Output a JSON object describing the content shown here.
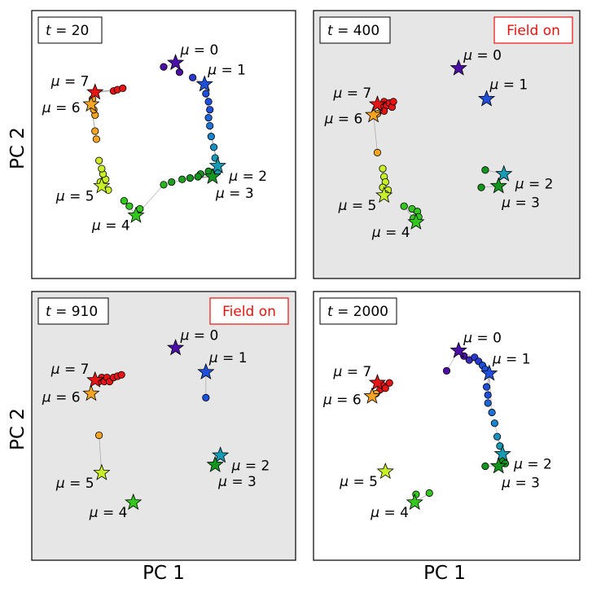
{
  "figure": {
    "ylabel": "PC 2",
    "xlabel": "PC 1"
  },
  "chart_data": [
    {
      "type": "scatter",
      "time_label": "t = 20",
      "t_var": "t",
      "t_value": "20",
      "field_label": "",
      "field_on": false,
      "background": "#ffffff",
      "xlabel": "",
      "ylabel": "PC 2",
      "xlim": [
        0,
        100
      ],
      "ylim": [
        0,
        100
      ],
      "grid": false,
      "stars": [
        {
          "mu": "0",
          "x": 54.5,
          "y": 80.5,
          "color": "#4b0fa6"
        },
        {
          "mu": "1",
          "x": 65.5,
          "y": 72.5,
          "color": "#1e50dc"
        },
        {
          "mu": "2",
          "x": 70.5,
          "y": 42.0,
          "color": "#159cb4"
        },
        {
          "mu": "3",
          "x": 68.5,
          "y": 38.0,
          "color": "#12961e"
        },
        {
          "mu": "4",
          "x": 39.5,
          "y": 23.5,
          "color": "#32c81e"
        },
        {
          "mu": "5",
          "x": 26.5,
          "y": 34.5,
          "color": "#c8f028"
        },
        {
          "mu": "6",
          "x": 22.5,
          "y": 65.0,
          "color": "#f5a523"
        },
        {
          "mu": "7",
          "x": 24.0,
          "y": 69.5,
          "color": "#e61414"
        }
      ],
      "dots": [
        {
          "x": 50.0,
          "y": 79.0,
          "color": "#4b0fa6"
        },
        {
          "x": 56.0,
          "y": 77.0,
          "color": "#4b0fa6"
        },
        {
          "x": 61.0,
          "y": 75.0,
          "color": "#2a3ad0"
        },
        {
          "x": 66.0,
          "y": 69.0,
          "color": "#1e50dc"
        },
        {
          "x": 67.0,
          "y": 66.0,
          "color": "#1e50dc"
        },
        {
          "x": 67.5,
          "y": 63.0,
          "color": "#1e50dc"
        },
        {
          "x": 67.0,
          "y": 60.0,
          "color": "#1e66d6"
        },
        {
          "x": 67.5,
          "y": 57.0,
          "color": "#1e72d6"
        },
        {
          "x": 68.0,
          "y": 53.0,
          "color": "#1a84cc"
        },
        {
          "x": 69.0,
          "y": 49.0,
          "color": "#1a90c0"
        },
        {
          "x": 69.5,
          "y": 45.0,
          "color": "#159cb4"
        },
        {
          "x": 70.5,
          "y": 40.0,
          "color": "#159cb4"
        },
        {
          "x": 67.0,
          "y": 40.0,
          "color": "#12961e"
        },
        {
          "x": 64.0,
          "y": 39.0,
          "color": "#12961e"
        },
        {
          "x": 63.0,
          "y": 38.0,
          "color": "#12961e"
        },
        {
          "x": 60.0,
          "y": 37.5,
          "color": "#12961e"
        },
        {
          "x": 57.0,
          "y": 37.0,
          "color": "#1ea01e"
        },
        {
          "x": 53.0,
          "y": 36.0,
          "color": "#1ea01e"
        },
        {
          "x": 50.0,
          "y": 35.0,
          "color": "#28b41e"
        },
        {
          "x": 41.0,
          "y": 26.0,
          "color": "#32c81e"
        },
        {
          "x": 37.0,
          "y": 27.0,
          "color": "#32c81e"
        },
        {
          "x": 35.0,
          "y": 29.0,
          "color": "#32c81e"
        },
        {
          "x": 29.0,
          "y": 33.0,
          "color": "#c8f028"
        },
        {
          "x": 26.0,
          "y": 36.0,
          "color": "#c8f028"
        },
        {
          "x": 28.0,
          "y": 37.0,
          "color": "#c8f028"
        },
        {
          "x": 27.0,
          "y": 39.0,
          "color": "#c8f028"
        },
        {
          "x": 26.5,
          "y": 41.0,
          "color": "#c8f028"
        },
        {
          "x": 25.5,
          "y": 44.0,
          "color": "#d4e628"
        },
        {
          "x": 24.5,
          "y": 52.0,
          "color": "#f5a523"
        },
        {
          "x": 24.0,
          "y": 55.0,
          "color": "#f5a523"
        },
        {
          "x": 24.0,
          "y": 61.0,
          "color": "#f5a523"
        },
        {
          "x": 23.5,
          "y": 63.0,
          "color": "#f5a523"
        },
        {
          "x": 23.0,
          "y": 67.0,
          "color": "#f5a523"
        },
        {
          "x": 31.0,
          "y": 70.0,
          "color": "#e61414"
        },
        {
          "x": 32.5,
          "y": 70.5,
          "color": "#e61414"
        },
        {
          "x": 34.5,
          "y": 71.0,
          "color": "#e61414"
        }
      ]
    },
    {
      "type": "scatter",
      "time_label": "t = 400",
      "t_var": "t",
      "t_value": "400",
      "field_label": "Field on",
      "field_on": true,
      "background": "#e6e6e6",
      "xlabel": "",
      "ylabel": "",
      "xlim": [
        0,
        100
      ],
      "ylim": [
        0,
        100
      ],
      "grid": false,
      "stars": [
        {
          "mu": "0",
          "x": 54.5,
          "y": 78.5,
          "color": "#4b0fa6"
        },
        {
          "mu": "1",
          "x": 65.0,
          "y": 67.0,
          "color": "#1e50dc"
        },
        {
          "mu": "2",
          "x": 71.5,
          "y": 39.0,
          "color": "#159cb4"
        },
        {
          "mu": "3",
          "x": 69.5,
          "y": 34.5,
          "color": "#12961e"
        },
        {
          "mu": "4",
          "x": 38.5,
          "y": 21.0,
          "color": "#32c81e"
        },
        {
          "mu": "5",
          "x": 26.5,
          "y": 31.0,
          "color": "#c8f028"
        },
        {
          "mu": "6",
          "x": 22.5,
          "y": 61.0,
          "color": "#f5a523"
        },
        {
          "mu": "7",
          "x": 24.0,
          "y": 65.0,
          "color": "#e61414"
        }
      ],
      "dots": [
        {
          "x": 25.5,
          "y": 64.0,
          "color": "#e61414"
        },
        {
          "x": 26.5,
          "y": 66.0,
          "color": "#e61414"
        },
        {
          "x": 27.5,
          "y": 64.5,
          "color": "#e61414"
        },
        {
          "x": 28.5,
          "y": 65.5,
          "color": "#e61414"
        },
        {
          "x": 29.5,
          "y": 64.0,
          "color": "#e61414"
        },
        {
          "x": 30.0,
          "y": 66.0,
          "color": "#e61414"
        },
        {
          "x": 26.5,
          "y": 62.5,
          "color": "#e61414"
        },
        {
          "x": 24.0,
          "y": 61.5,
          "color": "#f5a523"
        },
        {
          "x": 24.0,
          "y": 47.0,
          "color": "#f5a523"
        },
        {
          "x": 26.0,
          "y": 41.0,
          "color": "#c8f028"
        },
        {
          "x": 26.5,
          "y": 38.0,
          "color": "#c8f028"
        },
        {
          "x": 27.0,
          "y": 36.0,
          "color": "#c8f028"
        },
        {
          "x": 26.0,
          "y": 34.0,
          "color": "#c8f028"
        },
        {
          "x": 28.0,
          "y": 33.0,
          "color": "#c8f028"
        },
        {
          "x": 27.0,
          "y": 31.5,
          "color": "#c8f028"
        },
        {
          "x": 34.0,
          "y": 27.0,
          "color": "#32c81e"
        },
        {
          "x": 37.0,
          "y": 26.0,
          "color": "#32c81e"
        },
        {
          "x": 39.0,
          "y": 25.0,
          "color": "#32c81e"
        },
        {
          "x": 39.5,
          "y": 23.0,
          "color": "#32c81e"
        },
        {
          "x": 37.5,
          "y": 22.5,
          "color": "#32c81e"
        },
        {
          "x": 64.5,
          "y": 40.5,
          "color": "#12961e"
        },
        {
          "x": 63.0,
          "y": 34.0,
          "color": "#12961e"
        }
      ]
    },
    {
      "type": "scatter",
      "time_label": "t = 910",
      "t_var": "t",
      "t_value": "910",
      "field_label": "Field on",
      "field_on": true,
      "background": "#e6e6e6",
      "xlabel": "PC 1",
      "ylabel": "PC 2",
      "xlim": [
        0,
        100
      ],
      "ylim": [
        0,
        100
      ],
      "grid": false,
      "stars": [
        {
          "mu": "0",
          "x": 54.5,
          "y": 79.0,
          "color": "#4b0fa6"
        },
        {
          "mu": "1",
          "x": 66.0,
          "y": 70.0,
          "color": "#1e50dc"
        },
        {
          "mu": "2",
          "x": 71.5,
          "y": 39.0,
          "color": "#159cb4"
        },
        {
          "mu": "3",
          "x": 69.5,
          "y": 35.5,
          "color": "#12961e"
        },
        {
          "mu": "4",
          "x": 38.5,
          "y": 21.5,
          "color": "#32c81e"
        },
        {
          "mu": "5",
          "x": 26.5,
          "y": 32.5,
          "color": "#c8f028"
        },
        {
          "mu": "6",
          "x": 22.5,
          "y": 62.0,
          "color": "#f5a523"
        },
        {
          "mu": "7",
          "x": 24.0,
          "y": 67.0,
          "color": "#e61414"
        }
      ],
      "dots": [
        {
          "x": 25.5,
          "y": 66.5,
          "color": "#e61414"
        },
        {
          "x": 26.5,
          "y": 68.0,
          "color": "#e61414"
        },
        {
          "x": 27.5,
          "y": 66.5,
          "color": "#e61414"
        },
        {
          "x": 28.5,
          "y": 68.0,
          "color": "#e61414"
        },
        {
          "x": 29.5,
          "y": 66.5,
          "color": "#e61414"
        },
        {
          "x": 31.0,
          "y": 68.0,
          "color": "#e61414"
        },
        {
          "x": 32.5,
          "y": 68.5,
          "color": "#e61414"
        },
        {
          "x": 34.0,
          "y": 69.0,
          "color": "#e61414"
        },
        {
          "x": 66.0,
          "y": 60.5,
          "color": "#1e50dc"
        },
        {
          "x": 25.5,
          "y": 46.5,
          "color": "#f5a523"
        }
      ]
    },
    {
      "type": "scatter",
      "time_label": "t = 2000",
      "t_var": "t",
      "t_value": "2000",
      "field_label": "",
      "field_on": false,
      "background": "#ffffff",
      "xlabel": "PC 1",
      "ylabel": "",
      "xlim": [
        0,
        100
      ],
      "ylim": [
        0,
        100
      ],
      "grid": false,
      "stars": [
        {
          "mu": "0",
          "x": 54.5,
          "y": 78.0,
          "color": "#4b0fa6"
        },
        {
          "mu": "1",
          "x": 66.0,
          "y": 69.5,
          "color": "#1e50dc"
        },
        {
          "mu": "2",
          "x": 71.0,
          "y": 39.5,
          "color": "#159cb4"
        },
        {
          "mu": "3",
          "x": 69.5,
          "y": 35.0,
          "color": "#12961e"
        },
        {
          "mu": "4",
          "x": 38.0,
          "y": 21.5,
          "color": "#32c81e"
        },
        {
          "mu": "5",
          "x": 27.0,
          "y": 33.0,
          "color": "#c8f028"
        },
        {
          "mu": "6",
          "x": 22.0,
          "y": 61.0,
          "color": "#f5a523"
        },
        {
          "mu": "7",
          "x": 24.0,
          "y": 66.0,
          "color": "#e61414"
        }
      ],
      "dots": [
        {
          "x": 25.0,
          "y": 63.5,
          "color": "#e61414"
        },
        {
          "x": 26.0,
          "y": 65.0,
          "color": "#e61414"
        },
        {
          "x": 27.0,
          "y": 64.0,
          "color": "#e61414"
        },
        {
          "x": 28.5,
          "y": 66.0,
          "color": "#e61414"
        },
        {
          "x": 23.5,
          "y": 62.0,
          "color": "#f5a523"
        },
        {
          "x": 50.0,
          "y": 70.5,
          "color": "#4b0fa6"
        },
        {
          "x": 56.5,
          "y": 76.0,
          "color": "#4b0fa6"
        },
        {
          "x": 58.5,
          "y": 74.5,
          "color": "#3a2ab8"
        },
        {
          "x": 60.5,
          "y": 75.5,
          "color": "#2a3ad0"
        },
        {
          "x": 62.0,
          "y": 74.0,
          "color": "#2a3ad0"
        },
        {
          "x": 63.5,
          "y": 72.5,
          "color": "#1e50dc"
        },
        {
          "x": 64.5,
          "y": 71.0,
          "color": "#1e50dc"
        },
        {
          "x": 65.0,
          "y": 64.5,
          "color": "#1e50dc"
        },
        {
          "x": 65.5,
          "y": 61.5,
          "color": "#1e50dc"
        },
        {
          "x": 65.5,
          "y": 58.5,
          "color": "#1e66d6"
        },
        {
          "x": 67.0,
          "y": 55.0,
          "color": "#1e72d6"
        },
        {
          "x": 68.0,
          "y": 51.0,
          "color": "#1a84cc"
        },
        {
          "x": 69.0,
          "y": 46.0,
          "color": "#1a90c0"
        },
        {
          "x": 70.0,
          "y": 42.5,
          "color": "#159cb4"
        },
        {
          "x": 70.5,
          "y": 37.5,
          "color": "#12961e"
        },
        {
          "x": 72.0,
          "y": 36.0,
          "color": "#12961e"
        },
        {
          "x": 64.5,
          "y": 35.0,
          "color": "#12961e"
        },
        {
          "x": 43.5,
          "y": 25.0,
          "color": "#32c81e"
        },
        {
          "x": 38.5,
          "y": 24.5,
          "color": "#32c81e"
        }
      ]
    }
  ]
}
